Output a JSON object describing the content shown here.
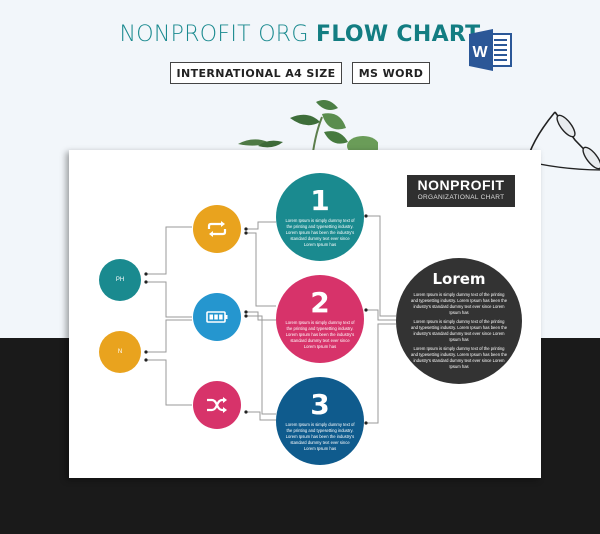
{
  "header": {
    "title_light": "NONPROFIT ORG",
    "title_bold": "FLOW CHART",
    "tags": [
      "INTERNATIONAL A4 SIZE",
      "MS WORD"
    ],
    "word_icon_letter": "W"
  },
  "colors": {
    "teal": "#1a8a8f",
    "orange": "#e9a31e",
    "blue": "#2596cf",
    "pink": "#d7336a",
    "navy": "#0f5b8d",
    "dark": "#333333",
    "background": "#f2f6fa",
    "band": "#1a1a1a"
  },
  "chart": {
    "badge": {
      "title": "NONPROFIT",
      "subtitle": "ORGANIZATIONAL CHART"
    },
    "roots": [
      {
        "label": "PH",
        "color": "#1a8a8f"
      },
      {
        "label": "N",
        "color": "#e9a31e"
      }
    ],
    "icons": [
      {
        "icon": "repeat-icon",
        "color": "#e9a31e"
      },
      {
        "icon": "battery-icon",
        "color": "#2596cf"
      },
      {
        "icon": "shuffle-icon",
        "color": "#d7336a"
      }
    ],
    "steps": [
      {
        "number": "1",
        "color": "#1a8a8f",
        "text": "Lorem Ipsum is simply dummy text of the printing and typesetting industry. Lorem Ipsum has been the industry's standard dummy text ever since Lorem Ipsum has"
      },
      {
        "number": "2",
        "color": "#d7336a",
        "text": "Lorem Ipsum is simply dummy text of the printing and typesetting industry. Lorem Ipsum has been the industry's standard dummy text ever since Lorem Ipsum has"
      },
      {
        "number": "3",
        "color": "#0f5b8d",
        "text": "Lorem Ipsum is simply dummy text of the printing and typesetting industry. Lorem Ipsum has been the industry's standard dummy text ever since Lorem Ipsum has"
      }
    ],
    "summary": {
      "heading": "Lorem",
      "paragraphs": [
        "Lorem Ipsum is simply dummy text of the printing and typesetting industry. Lorem Ipsum has been the industry's standard dummy text ever since Lorem Ipsum has",
        "Lorem Ipsum is simply dummy text of the printing and typesetting industry. Lorem Ipsum has been the industry's standard dummy text ever since Lorem Ipsum has",
        "Lorem Ipsum is simply dummy text of the printing and typesetting industry. Lorem Ipsum has been the industry's standard dummy text ever since Lorem Ipsum has"
      ]
    }
  }
}
